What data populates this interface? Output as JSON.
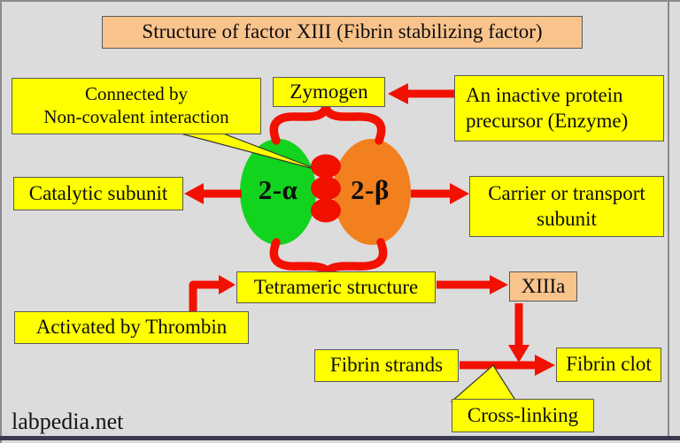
{
  "title": "Structure of factor XIII (Fibrin stabilizing factor)",
  "watermark": "labpedia.net",
  "subunits": {
    "alpha": "2-α",
    "beta": "2-β"
  },
  "boxes": {
    "connected": {
      "line1": "Connected by",
      "line2": "Non-covalent interaction"
    },
    "zymogen": {
      "label": "Zymogen"
    },
    "inactive": {
      "line1": "An inactive protein",
      "line2": "precursor (Enzyme)"
    },
    "catalytic": {
      "label": "Catalytic subunit"
    },
    "carrier": {
      "line1": "Carrier or transport",
      "line2": "subunit"
    },
    "tetrameric": {
      "label": "Tetrameric structure"
    },
    "xiiia": {
      "label": "XIIIa"
    },
    "activated": {
      "label": "Activated by Thrombin"
    },
    "fibrin_strands": {
      "label": "Fibrin strands"
    },
    "fibrin_clot": {
      "label": "Fibrin clot"
    },
    "crosslinking": {
      "label": "Cross-linking"
    }
  },
  "colors": {
    "background": "#dcdcdc",
    "box_yellow": "#ffff00",
    "box_peach": "#f9c38c",
    "arrow_red": "#f21000",
    "subunit_green": "#12d41f",
    "subunit_orange": "#f2801e",
    "frame_gray": "#8a8a8a",
    "frame_dark": "#3a3a52",
    "text": "#0e0e0e"
  }
}
